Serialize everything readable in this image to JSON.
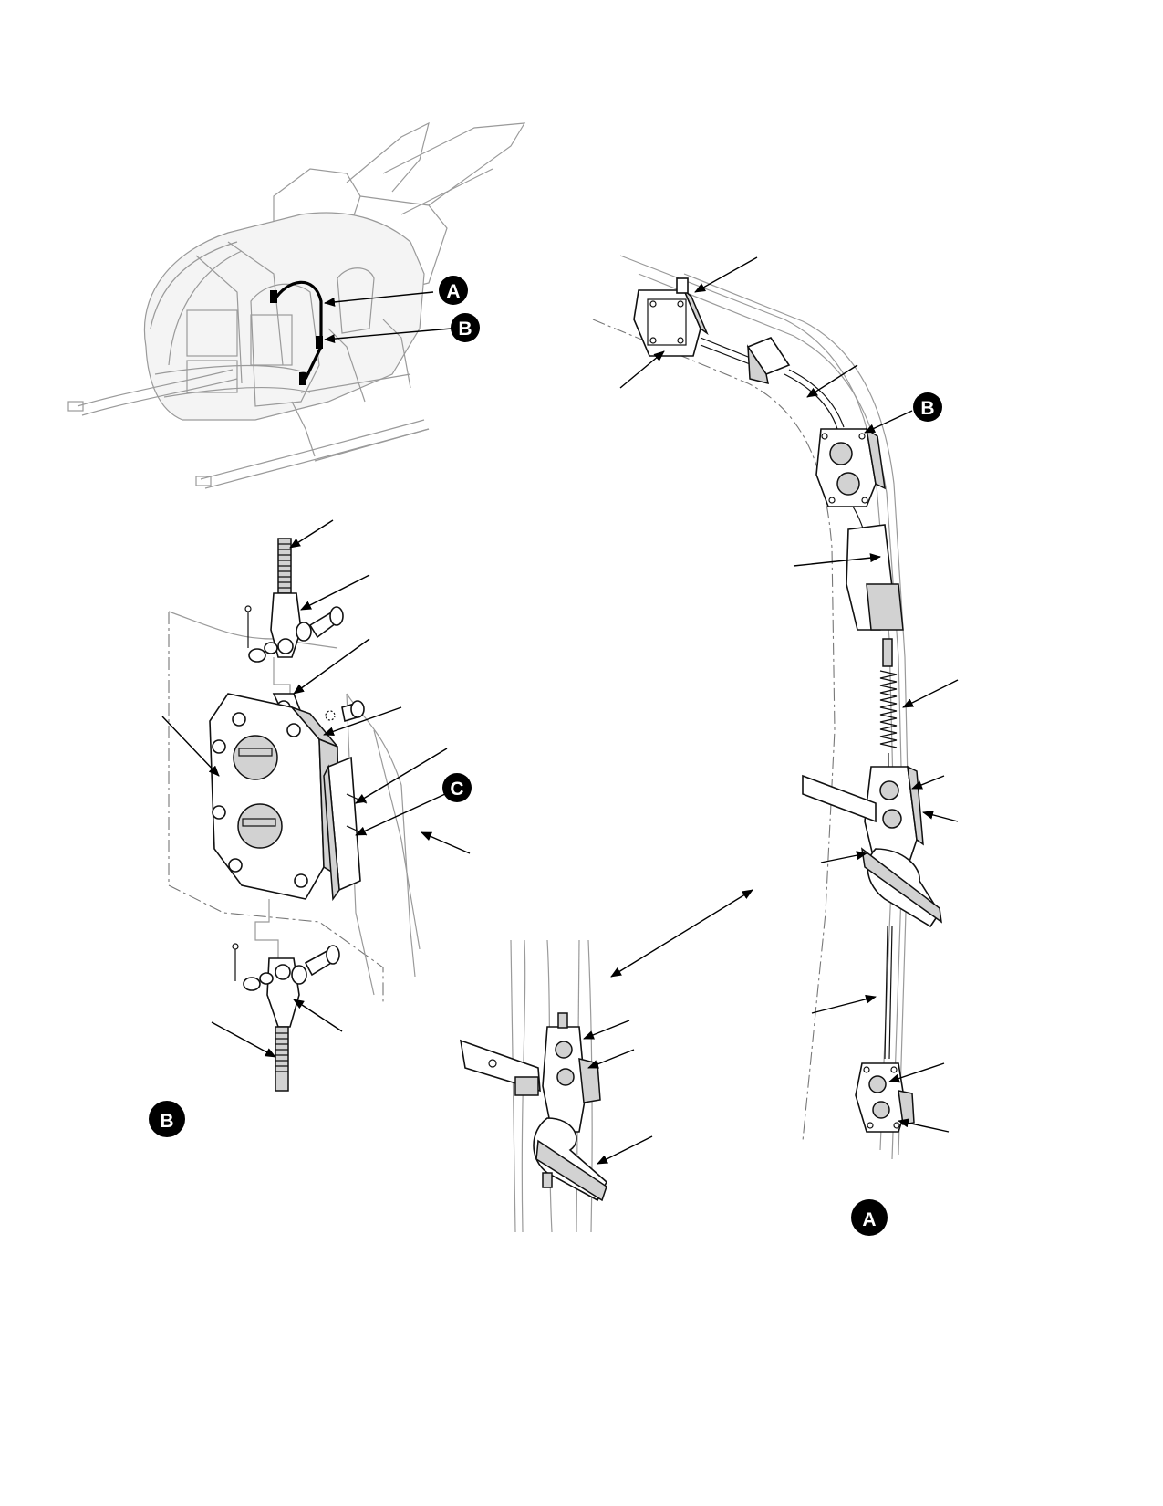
{
  "figure": {
    "callouts": {
      "a_top": "A",
      "b_top": "B",
      "b_detail_ref": "B",
      "c_ref": "C",
      "b_detail_label": "B",
      "a_detail_label": "A"
    }
  },
  "colors": {
    "ink": "#000000",
    "ghost_line": "#9a9a9a",
    "part_fill_grey": "#d2d2d2",
    "callout_fill": "#000000",
    "callout_text": "#ffffff"
  }
}
